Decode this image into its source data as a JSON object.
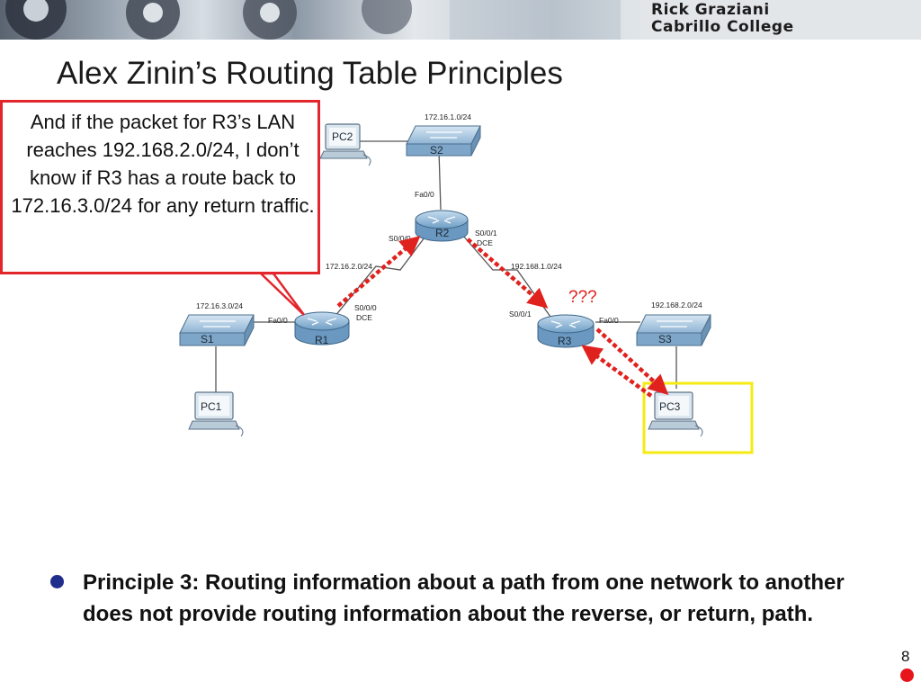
{
  "header": {
    "author": "Rick Graziani",
    "institution": "Cabrillo College"
  },
  "slide": {
    "title": "Alex Zinin’s Routing Table Principles",
    "callout": "And if the packet for R3’s LAN reaches 192.168.2.0/24, I don’t know if R3 has a route back to 172.16.3.0/24 for any return traffic.",
    "principle": "Principle 3: Routing information about a path from one network to another does not provide routing information about the reverse, or return, path.",
    "page_number": "8"
  },
  "topology": {
    "pc2": "PC2",
    "s2": "S2",
    "r2": "R2",
    "r1": "R1",
    "s1": "S1",
    "pc1": "PC1",
    "r3": "R3",
    "s3": "S3",
    "pc3": "PC3",
    "net_top": "172.16.1.0/24",
    "net_left": "172.16.3.0/24",
    "net_r1r2": "172.16.2.0/24",
    "net_r2r3": "192.168.1.0/24",
    "net_right": "192.168.2.0/24",
    "r2_fa": "Fa0/0",
    "r2_s000": "S0/0/0",
    "r2_s001": "S0/0/1",
    "r2_dce": "DCE",
    "r1_fa": "Fa0/0",
    "r1_s000": "S0/0/0",
    "r1_dce": "DCE",
    "r3_s001": "S0/0/1",
    "r3_fa": "Fa0/0",
    "unknown": "???"
  },
  "colors": {
    "arrow": "#e0221f",
    "callout_border": "#e2262c",
    "highlight": "#f5eb13",
    "bullet": "#1f2d8c"
  },
  "icons": {
    "router": "router-icon",
    "switch": "switch-icon",
    "pc": "pc-icon"
  }
}
